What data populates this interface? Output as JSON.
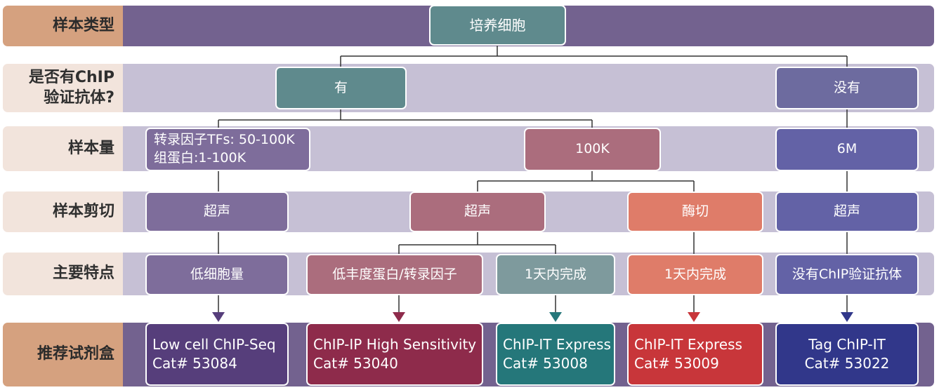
{
  "rows": {
    "sample_type": "样本类型",
    "chip_antibody": "是否有ChIP\n验证抗体?",
    "sample_amount": "样本量",
    "shearing": "样本剪切",
    "features": "主要特点",
    "kits": "推荐试剂盒"
  },
  "nodes": {
    "cultured_cells": "培养细胞",
    "yes": "有",
    "no": "没有",
    "amount_tf_line1": "转录因子TFs: 50-100K",
    "amount_tf_line2": "组蛋白:1-100K",
    "amount_100k": "100K",
    "amount_6m": "6M",
    "shear_sonic_1": "超声",
    "shear_sonic_2": "超声",
    "shear_enzyme": "酶切",
    "shear_sonic_3": "超声",
    "feat_low_cell": "低细胞量",
    "feat_low_abundance": "低丰度蛋白/转录因子",
    "feat_1day_a": "1天内完成",
    "feat_1day_b": "1天内完成",
    "feat_no_antibody": "没有ChIP验证抗体"
  },
  "kits": [
    {
      "name": "Low cell ChIP-Seq",
      "cat": "Cat# 53084",
      "color": "#563e7b"
    },
    {
      "name": "ChIP-IP High Sensitivity",
      "cat": "Cat# 53040",
      "color": "#8e2b4b"
    },
    {
      "name": "ChIP-IT Express",
      "cat": "Cat# 53008",
      "color": "#25777a"
    },
    {
      "name": "ChIP-IT Express",
      "cat": "Cat# 53009",
      "color": "#c8363a"
    },
    {
      "name": "Tag ChIP-IT",
      "cat": "Cat# 53022",
      "color": "#31378a"
    }
  ]
}
